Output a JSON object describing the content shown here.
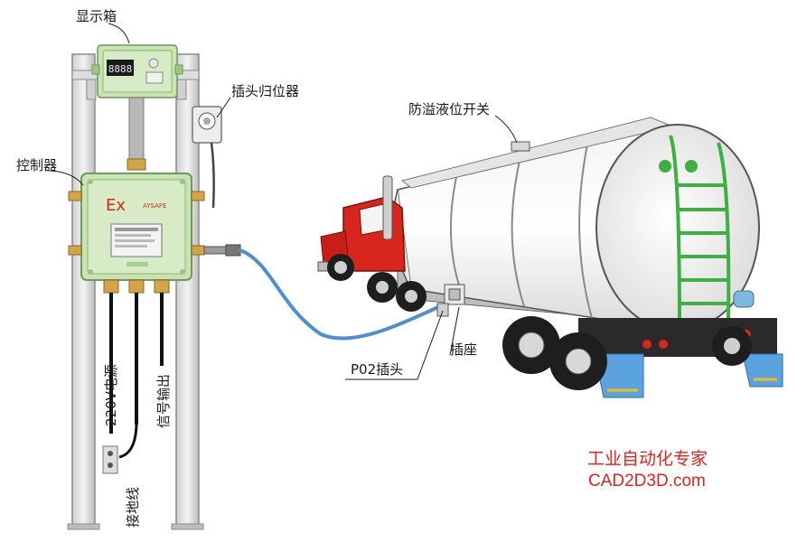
{
  "labels": {
    "display_box": "显示箱",
    "plug_return": "插头归位器",
    "controller": "控制器",
    "overflow_switch": "防溢液位开关",
    "p02_plug": "P02插头",
    "socket": "插座",
    "power_220v": "220V电源",
    "signal_output": "信号输出",
    "ground_wire": "接地线"
  },
  "device": {
    "ex_mark": "Ex",
    "display_digits": "8888",
    "plate_brand": "AYSAFE"
  },
  "watermark": {
    "line1": "工业自动化专家",
    "line2": "CAD2D3D.com"
  },
  "colors": {
    "box_green": "#c9e3b4",
    "box_border": "#6f9a57",
    "truck_red": "#d9261c",
    "ladder_green": "#3cb043",
    "hose_blue": "#4d8fd0",
    "mudflap_blue": "#5ba3e0",
    "watermark_red": "#e0231b"
  }
}
